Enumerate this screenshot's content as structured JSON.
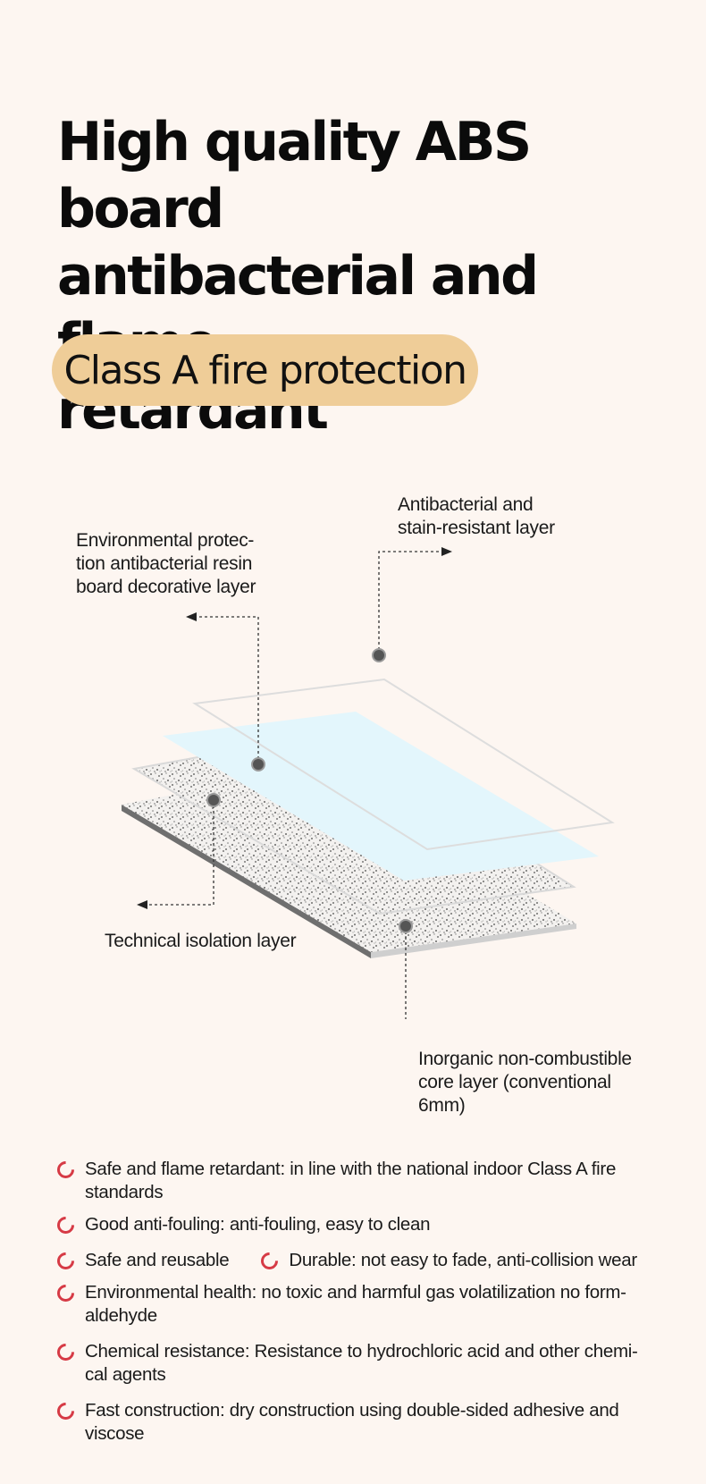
{
  "title": [
    "High quality ABS board",
    "antibacterial and flame",
    "retardant"
  ],
  "badge": "Class A fire protection",
  "layers": {
    "antibacterial": [
      "Antibacterial and",
      "stain-resistant layer"
    ],
    "decorative": [
      "Environmental protec-",
      "tion antibacterial resin",
      "board decorative layer"
    ],
    "isolation": [
      "Technical isolation layer"
    ],
    "core": [
      "Inorganic non-combustible",
      "core layer (conventional",
      "6mm)"
    ]
  },
  "features": [
    "Safe and flame retardant: in line with the national indoor Class A fire standards",
    "Good anti-fouling: anti-fouling, easy to clean",
    "Safe and reusable",
    "Durable: not easy to fade, anti-collision wear",
    "Environmental health: no toxic and harmful gas volatilization no form-aldehyde",
    "Chemical resistance: Resistance to hydrochloric acid and other chemi-cal agents",
    "Fast construction: dry construction using double-sided adhesive and viscose"
  ],
  "colors": {
    "background": "#fdf6f1",
    "badge": "#efcd98",
    "bullet": "#d63a45",
    "blue_layer": "#e3f6fc"
  },
  "icons": {
    "bullet": "ring-bullet-icon"
  }
}
